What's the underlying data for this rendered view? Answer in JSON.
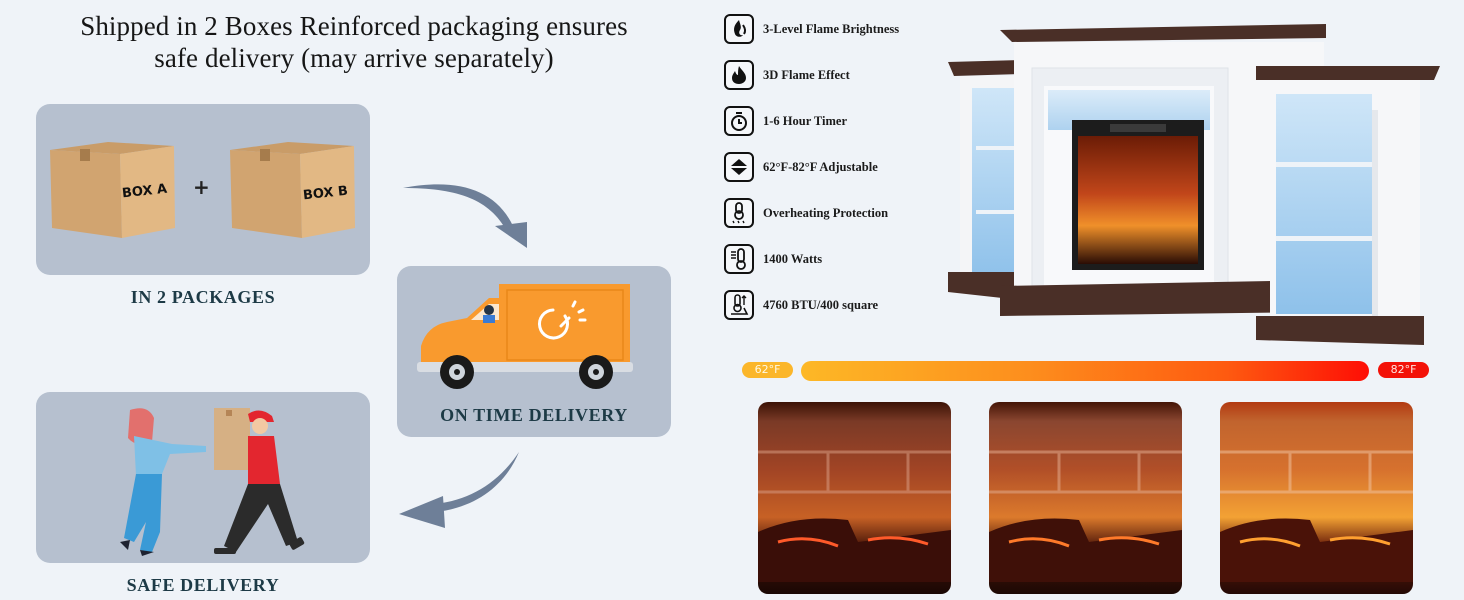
{
  "left_panel": {
    "headline_line1": "Shipped in 2 Boxes Reinforced packaging ensures",
    "headline_line2": "safe delivery (may arrive separately)",
    "cards": [
      {
        "id": "packages",
        "label": "IN 2 PACKAGES",
        "box_a": "BOX A",
        "box_b": "BOX B",
        "joiner": "+"
      },
      {
        "id": "on-time",
        "label": "ON TIME DELIVERY"
      },
      {
        "id": "safe",
        "label": "SAFE DELIVERY"
      }
    ],
    "colors": {
      "card_bg": "#b6c0cf",
      "label": "#1d3a46",
      "arrow": "#6e7f98",
      "van": "#f99a2e"
    }
  },
  "right_panel": {
    "features": [
      {
        "icon": "flame-brightness-icon",
        "text": "3-Level Flame Brightness"
      },
      {
        "icon": "flame-icon",
        "text": "3D Flame Effect"
      },
      {
        "icon": "timer-icon",
        "text": "1-6 Hour Timer"
      },
      {
        "icon": "temperature-adjust-icon",
        "text": "62°F-82°F Adjustable"
      },
      {
        "icon": "overheat-protection-icon",
        "text": "Overheating Protection"
      },
      {
        "icon": "thermometer-icon",
        "text": "1400 Watts"
      },
      {
        "icon": "heat-coverage-icon",
        "text": "4760 BTU/400 square"
      }
    ],
    "temperature_scale": {
      "low": "62°F",
      "high": "82°F"
    },
    "flame_levels": [
      "low",
      "medium",
      "high"
    ],
    "colors": {
      "scale_start": "#fdb826",
      "scale_end": "#fe0e05"
    }
  }
}
